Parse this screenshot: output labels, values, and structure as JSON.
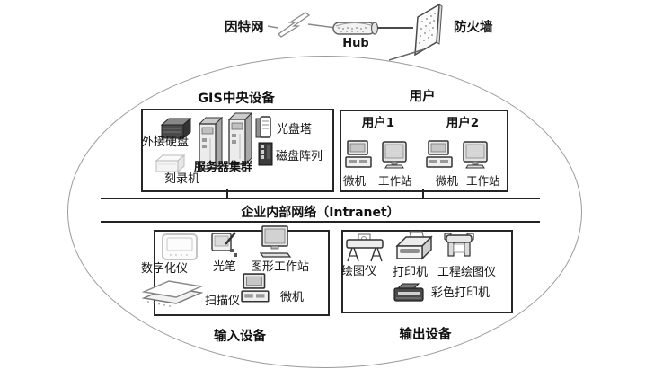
{
  "top": {
    "internet_label": "因特网",
    "hub_label": "Hub",
    "firewall_label": "防火墙"
  },
  "gis": {
    "title": "GIS中央设备",
    "external_hdd_label": "外接硬盘",
    "server_cluster_label": "服务器集群",
    "cd_tower_label": "光盘塔",
    "disk_array_label": "磁盘阵列",
    "burner_label": "刻录机"
  },
  "users": {
    "title": "用户",
    "user1_label": "用户1",
    "user2_label": "用户2",
    "pc_label": "微机",
    "workstation_label": "工作站"
  },
  "bus": {
    "label": "企业内部网络（Intranet）"
  },
  "input_devices": {
    "caption": "输入设备",
    "digitizer_label": "数字化仪",
    "light_pen_label": "光笔",
    "graphics_workstation_label": "图形工作站",
    "scanner_label": "扫描仪",
    "pc_label": "微机"
  },
  "output_devices": {
    "caption": "输出设备",
    "plotter_label": "绘图仪",
    "printer_label": "打印机",
    "engineering_plotter_label": "工程绘图仪",
    "color_printer_label": "彩色打印机"
  },
  "colors": {
    "background": "#ffffff",
    "line": "#222222",
    "box_border": "#262626",
    "ellipse_stroke": "#9a9a9a",
    "icon_dark": "#4a4a4a",
    "icon_light": "#ececec"
  }
}
